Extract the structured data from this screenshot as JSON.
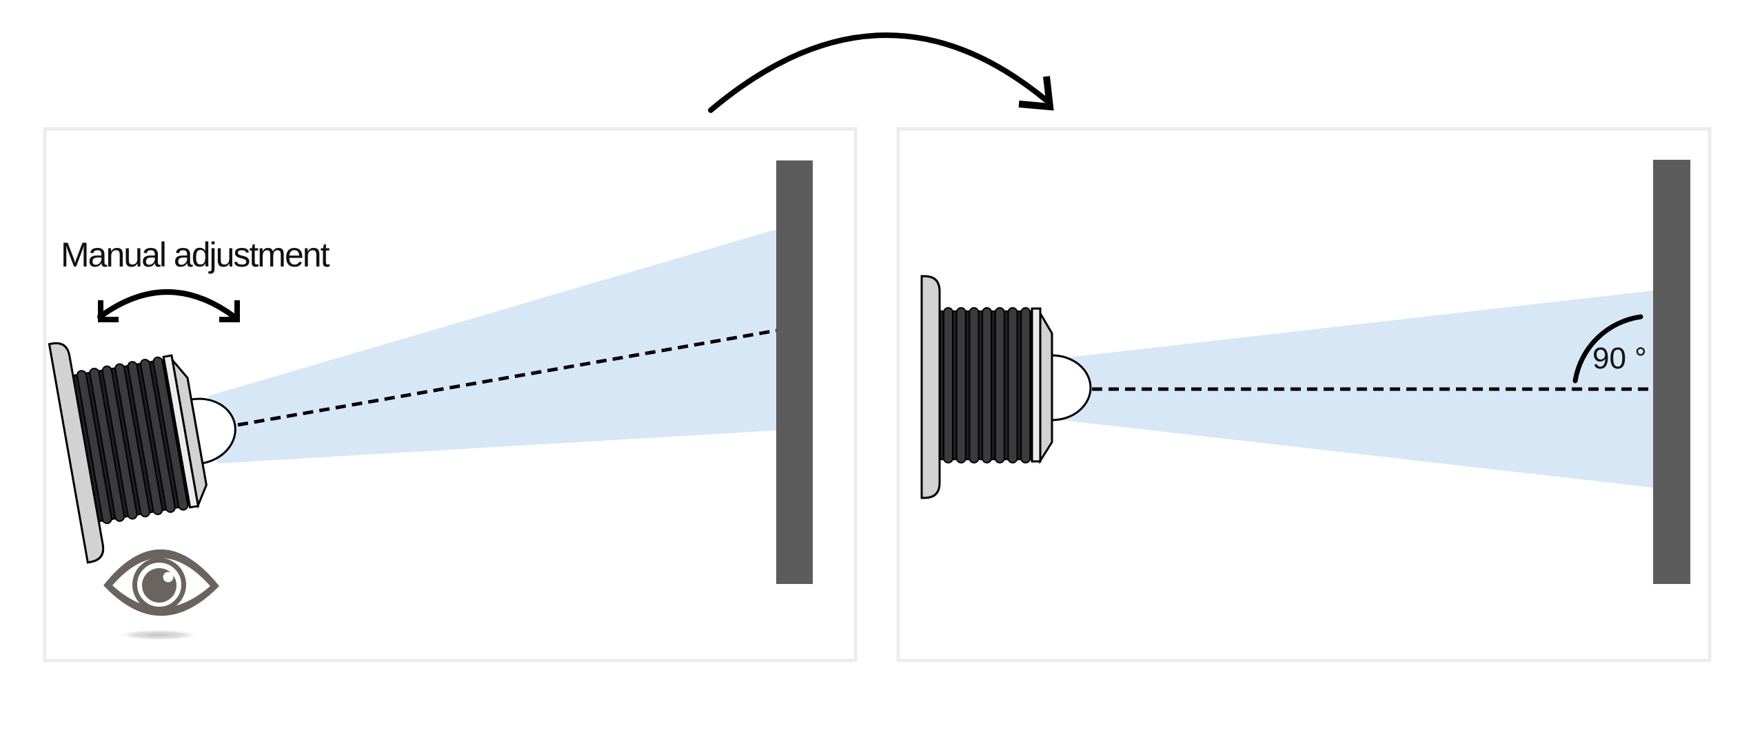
{
  "header": {
    "transform_arrow_icon": "curved-arrow-right-icon"
  },
  "left_panel": {
    "title_label": "Manual adjustment",
    "adjustment_arrow_icon": "curved-double-arrow-icon",
    "eye_icon": "eye-icon",
    "components": {
      "sensor": "tilted-sensor",
      "beam": "detection-beam",
      "axis": "optical-axis-dashed-line",
      "wall": "target-wall"
    }
  },
  "right_panel": {
    "angle_label": "90 °",
    "angle_arc_icon": "angle-arc-icon",
    "components": {
      "sensor": "aligned-sensor",
      "beam": "detection-beam",
      "axis": "optical-axis-dashed-line",
      "wall": "target-wall"
    }
  },
  "colors": {
    "background": "#ffffff",
    "panel_border": "#ececec",
    "wall": "#5c5c5c",
    "beam": "#d7e7f6",
    "outline": "#000000",
    "sensor_plate": "#d2d2d2",
    "sensor_rib": "#3b3b3d",
    "sensor_rib_gap": "#1f1f22",
    "sensor_strip": "#ececec",
    "lens": "#ffffff",
    "eye": "#6a635e",
    "text": "#111111"
  }
}
